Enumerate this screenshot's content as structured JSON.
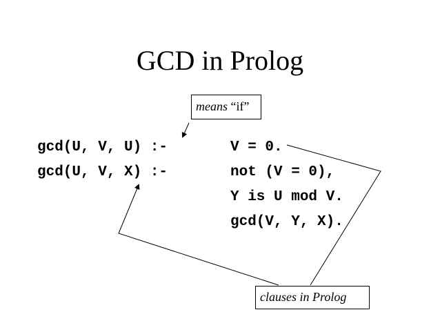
{
  "slide": {
    "title": "GCD in Prolog",
    "code": {
      "heads": [
        "gcd(U, V, U) :-",
        "gcd(U, V, X) :-"
      ],
      "bodies": [
        "V = 0.",
        "not (V = 0),",
        "Y is U mod V.",
        "gcd(V, Y, X)."
      ]
    },
    "callout_if": {
      "italic": "means",
      "rest": " “if”"
    },
    "callout_clauses": {
      "italic": "clauses in Prolog"
    }
  }
}
